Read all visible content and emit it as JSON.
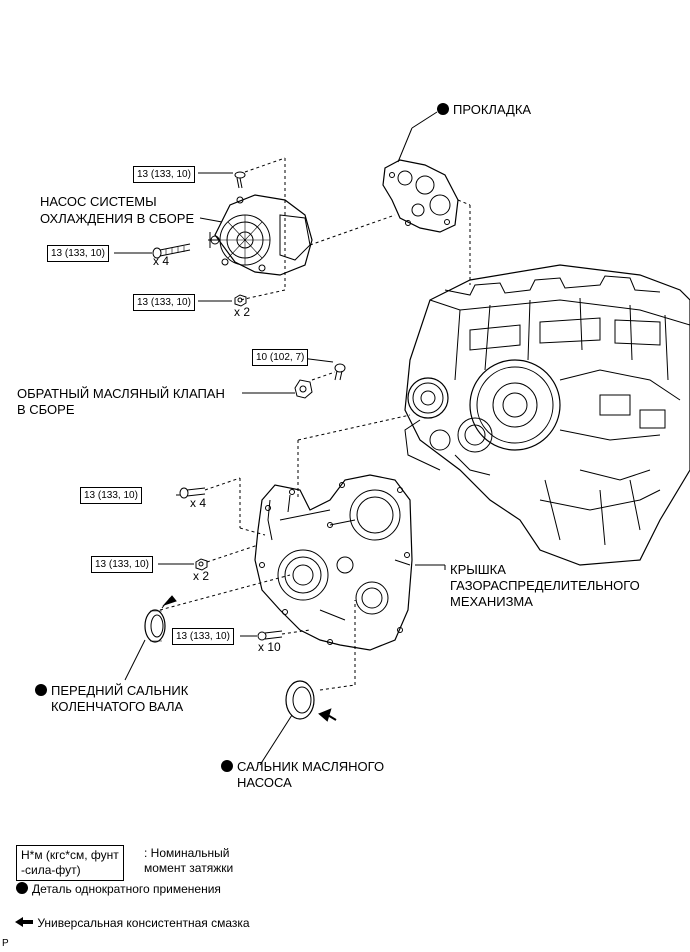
{
  "labels": {
    "gasket": "ПРОКЛАДКА",
    "water_pump_l1": "НАСОС СИСТЕМЫ",
    "water_pump_l2": "ОХЛАЖДЕНИЯ В СБОРЕ",
    "check_valve_l1": "ОБРАТНЫЙ МАСЛЯНЫЙ КЛАПАН",
    "check_valve_l2": "В СБОРЕ",
    "timing_cover_l1": "КРЫШКА",
    "timing_cover_l2": "ГАЗОРАСПРЕДЕЛИТЕЛЬНОГО",
    "timing_cover_l3": "МЕХАНИЗМА",
    "crank_seal_l1": "ПЕРЕДНИЙ САЛЬНИК",
    "crank_seal_l2": "КОЛЕНЧАТОГО ВАЛА",
    "oil_pump_seal_l1": "САЛЬНИК МАСЛЯНОГО",
    "oil_pump_seal_l2": "НАСОСА"
  },
  "torque": {
    "t1": "13 (133, 10)",
    "t2": "13 (133, 10)",
    "t3": "13 (133, 10)",
    "t4": "10 (102, 7)",
    "t5": "13 (133, 10)",
    "t6": "13 (133, 10)",
    "t7": "13 (133, 10)"
  },
  "quantities": {
    "q1": "x 4",
    "q2": "x 2",
    "q3": "x 4",
    "q4": "x 2",
    "q5": "x 10"
  },
  "legend": {
    "unit_l1": "Н*м (кгс*см, фунт",
    "unit_l2": "-сила-фут)",
    "spec_l1": ": Номинальный",
    "spec_l2": "момент затяжки",
    "non_reusable": "Деталь однократного применения",
    "grease": "Универсальная консистентная смазка"
  },
  "corner_mark": "P"
}
